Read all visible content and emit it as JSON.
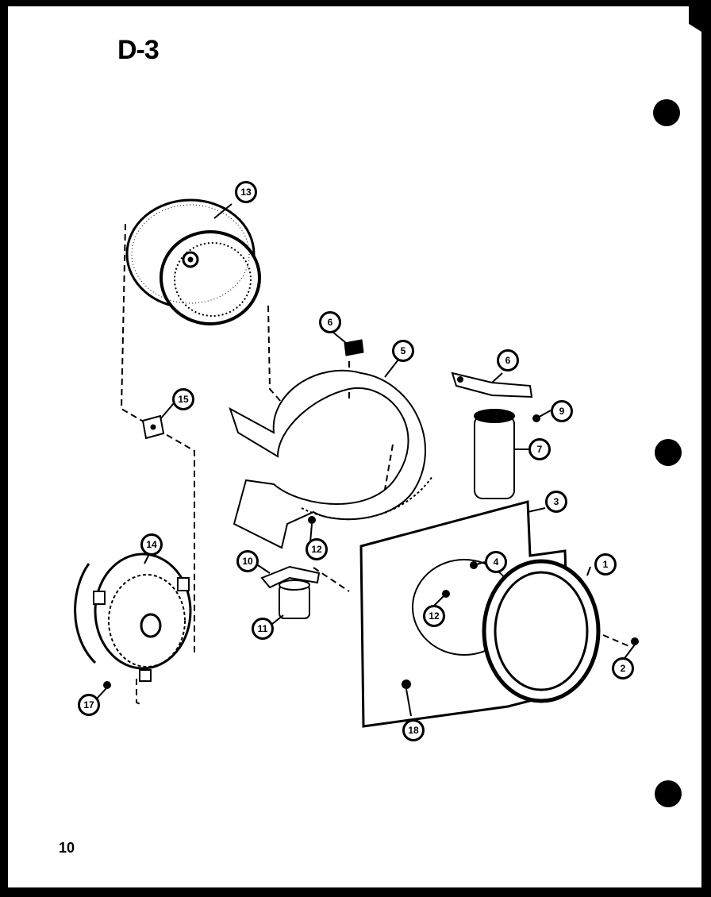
{
  "diagram": {
    "title": "D-3",
    "page_number": "10",
    "callouts": [
      {
        "id": "c1",
        "label": "1"
      },
      {
        "id": "c2",
        "label": "2"
      },
      {
        "id": "c3",
        "label": "3"
      },
      {
        "id": "c4",
        "label": "4"
      },
      {
        "id": "c5",
        "label": "5"
      },
      {
        "id": "c6a",
        "label": "6"
      },
      {
        "id": "c6b",
        "label": "6"
      },
      {
        "id": "c7",
        "label": "7"
      },
      {
        "id": "c9",
        "label": "9"
      },
      {
        "id": "c10",
        "label": "10"
      },
      {
        "id": "c11",
        "label": "11"
      },
      {
        "id": "c12a",
        "label": "12"
      },
      {
        "id": "c12b",
        "label": "12"
      },
      {
        "id": "c13",
        "label": "13"
      },
      {
        "id": "c14",
        "label": "14"
      },
      {
        "id": "c15",
        "label": "15"
      },
      {
        "id": "c17",
        "label": "17"
      },
      {
        "id": "c18",
        "label": "18"
      }
    ]
  }
}
